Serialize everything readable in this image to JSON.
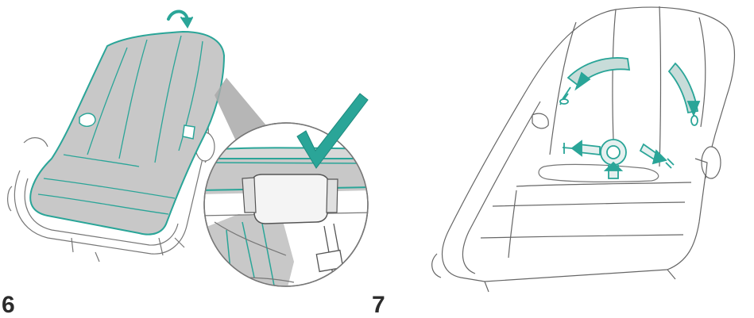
{
  "steps": [
    {
      "number": "6",
      "illustration": "seat-liner-fitted-with-zoom-detail",
      "icon": "check-mark-icon"
    },
    {
      "number": "7",
      "illustration": "harness-straps-threading"
    }
  ],
  "colors": {
    "accent": "#2aa598",
    "accent_dark": "#1e8a7e",
    "fill_grey": "#c8c8c8",
    "line": "#555555"
  }
}
